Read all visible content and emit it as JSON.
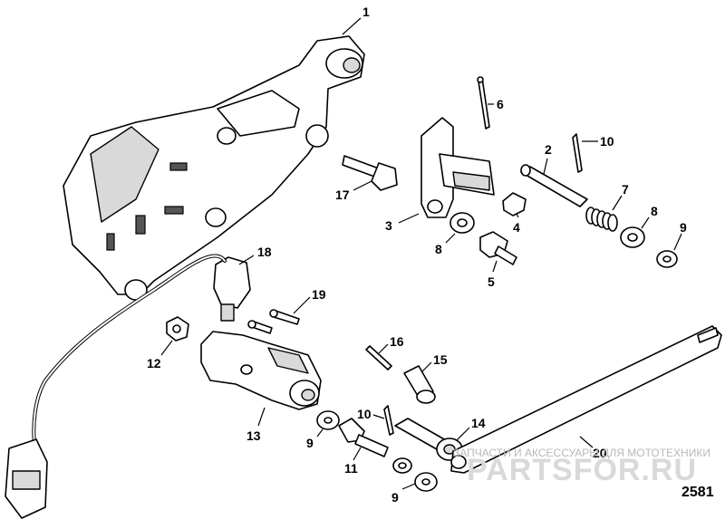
{
  "callouts": {
    "c1": "1",
    "c2": "2",
    "c3": "3",
    "c4": "4",
    "c5": "5",
    "c6": "6",
    "c7": "7",
    "c8a": "8",
    "c8b": "8",
    "c9a": "9",
    "c9b": "9",
    "c9c": "9",
    "c10a": "10",
    "c10b": "10",
    "c11": "11",
    "c12": "12",
    "c13": "13",
    "c14": "14",
    "c15": "15",
    "c16": "16",
    "c17": "17",
    "c18": "18",
    "c19": "19",
    "c20": "20"
  },
  "watermark": {
    "small": "ЗАПЧАСТИ И АКСЕССУАРЫ ДЛЯ МОТОТЕХНИКИ",
    "big": "PARTSFOR.RU"
  },
  "figure_number": "2581"
}
